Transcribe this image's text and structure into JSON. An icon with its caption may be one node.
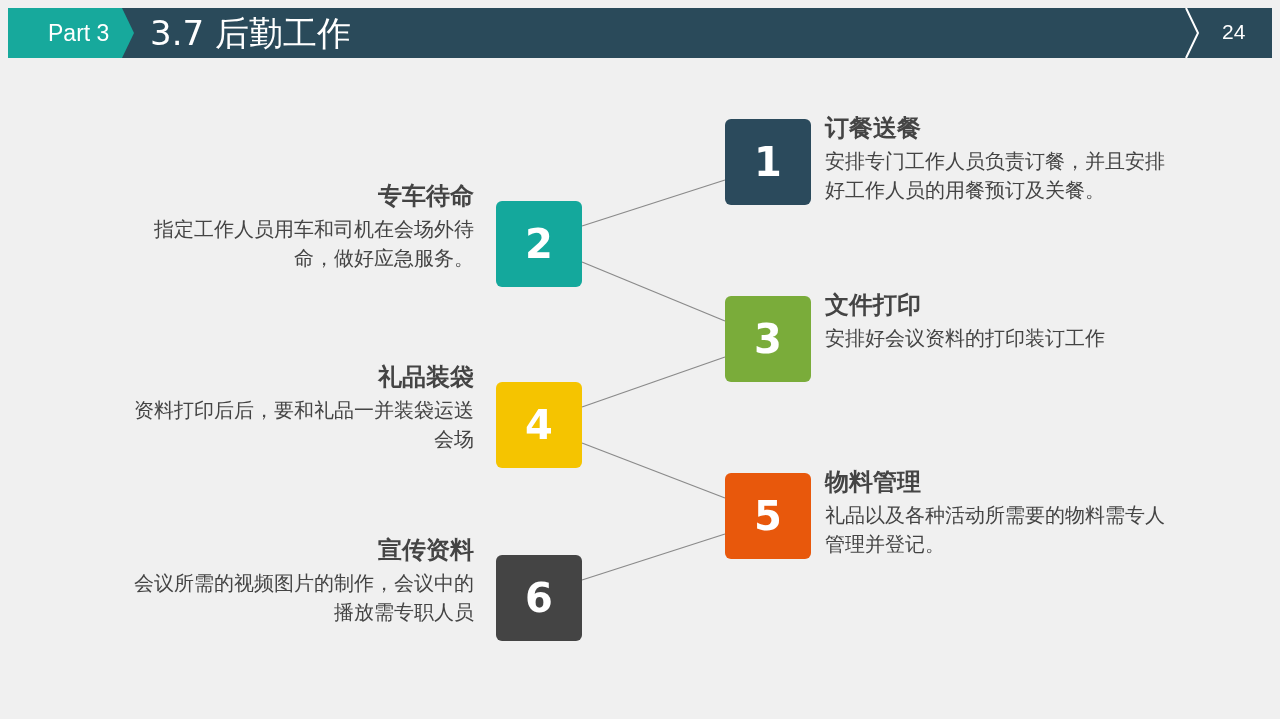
{
  "diagram": {
    "title": "3.7 后勤工作",
    "nodes": [
      {
        "text": [
          "1"
        ],
        "beside": [
          "订餐送餐",
          "安排专门工作人员负责订餐，并且安排好工作人员的用餐预订及关餐。"
        ]
      },
      {
        "text": [
          "2"
        ],
        "beside": [
          "专车待命",
          "指定工作人员用车和司机在会场外待命，做好应急服务。"
        ]
      },
      {
        "text": [
          "3"
        ],
        "beside": [
          "文件打印",
          "安排好会议资料的打印装订工作"
        ]
      },
      {
        "text": [
          "4"
        ],
        "beside": [
          "礼品装袋",
          "资料打印后后，要和礼品一并装袋运送会场"
        ]
      },
      {
        "text": [
          "5"
        ],
        "beside": [
          "物料管理",
          "礼品以及各种活动所需要的物料需专人管理并登记。"
        ]
      },
      {
        "text": [
          "6"
        ],
        "beside": [
          "宣传资料",
          "会议所需的视频图片的制作，会议中的播放需专职人员"
        ]
      }
    ],
    "edges": [
      {
        "from": 1,
        "to": 0,
        "arrow": "none"
      },
      {
        "from": 1,
        "to": 2,
        "arrow": "none"
      },
      {
        "from": 3,
        "to": 2,
        "arrow": "none"
      },
      {
        "from": 3,
        "to": 4,
        "arrow": "none"
      },
      {
        "from": 5,
        "to": 4,
        "arrow": "none"
      }
    ],
    "labels": [
      "Part 3",
      "24"
    ]
  }
}
